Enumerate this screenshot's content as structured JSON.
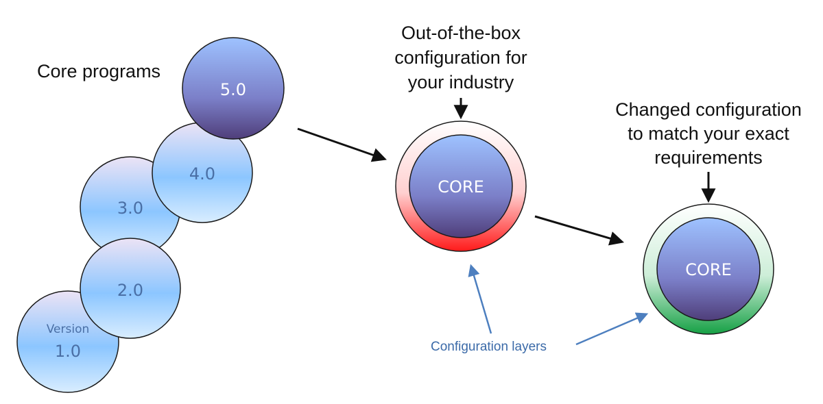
{
  "title": "Core programs",
  "versions": [
    {
      "label": "1.0",
      "sublabel": "Version"
    },
    {
      "label": "2.0"
    },
    {
      "label": "3.0"
    },
    {
      "label": "4.0"
    },
    {
      "label": "5.0"
    }
  ],
  "industry_config": {
    "lines": [
      "Out-of-the-box",
      "configuration for",
      "your industry"
    ],
    "core_label": "CORE"
  },
  "custom_config": {
    "lines": [
      "Changed configuration",
      "to match your exact",
      "requirements"
    ],
    "core_label": "CORE"
  },
  "config_layers_label": "Configuration  layers",
  "colors": {
    "layer_red": "#ff2020",
    "layer_green": "#22a84a",
    "core_top": "#9ec2ff",
    "core_bottom": "#4f3e7a",
    "version_blue": "#8cc6ff",
    "version_lavender": "#e6ddf3",
    "annotation_blue": "#4d7fbf"
  }
}
